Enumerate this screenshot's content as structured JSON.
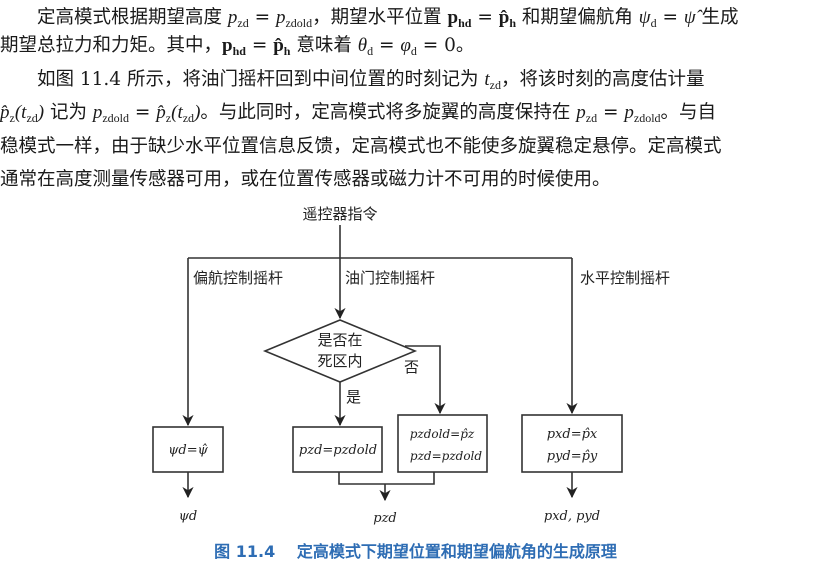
{
  "paragraph_lines": [
    [
      "　　定高模式根据期望高度 ",
      {
        "m": "p",
        "s": "zd"
      },
      " = ",
      {
        "m": "p",
        "s": "zdold"
      },
      "，期望水平位置 ",
      {
        "m": "p",
        "s": "hd",
        "b": true
      },
      " = ",
      {
        "m": "p̂",
        "s": "h",
        "b": true
      },
      " 和期望偏航角 ",
      {
        "m": "ψ",
        "s": "d"
      },
      " = ",
      {
        "m": "ψ̂"
      },
      " 生成"
    ],
    [
      "期望总拉力和力矩。其中，",
      {
        "m": "p",
        "s": "hd",
        "b": true
      },
      " = ",
      {
        "m": "p̂",
        "s": "h",
        "b": true
      },
      " 意味着 ",
      {
        "m": "θ",
        "s": "d"
      },
      " = ",
      {
        "m": "φ",
        "s": "d"
      },
      " = 0。"
    ],
    [
      "　　如图 11.4 所示，将油门摇杆回到中间位置的时刻记为 ",
      {
        "m": "t",
        "s": "zd"
      },
      "，将该时刻的高度估计量"
    ],
    [
      {
        "m": "p̂",
        "s": "z"
      },
      {
        "m": "(t"
      },
      {
        "m": "",
        "s": "zd"
      },
      {
        "m": ")"
      },
      " 记为 ",
      {
        "m": "p",
        "s": "zdold"
      },
      " = ",
      {
        "m": "p̂",
        "s": "z"
      },
      {
        "m": "(t"
      },
      {
        "m": "",
        "s": "zd"
      },
      {
        "m": ")"
      },
      "。与此同时，定高模式将多旋翼的高度保持在 ",
      {
        "m": "p",
        "s": "zd"
      },
      " = ",
      {
        "m": "p",
        "s": "zdold"
      },
      "。与自"
    ],
    [
      "稳模式一样，由于缺少水平位置信息反馈，定高模式也不能使多旋翼稳定悬停。定高模式"
    ],
    [
      "通常在高度测量传感器可用，或在位置传感器或磁力计不可用的时候使用。"
    ]
  ],
  "diagram": {
    "top_label": "遥控器指令",
    "yaw_stick": "偏航控制摇杆",
    "throttle_stick": "油门控制摇杆",
    "horizontal_stick": "水平控制摇杆",
    "decision_line1": "是否在",
    "decision_line2": "死区内",
    "no_label": "否",
    "yes_label": "是",
    "yaw_box": "ψd=ψ̂",
    "hold_box": "pzd=pzdold",
    "update_box_line1": "pzdold=p̂z",
    "update_box_line2": "pzd=pzdold",
    "horiz_box_line1": "pxd=p̂x",
    "horiz_box_line2": "pyd=p̂y",
    "yaw_output": "ψd",
    "alt_output": "pzd",
    "horiz_output": "pxd, pyd"
  },
  "caption": {
    "number": "图 11.4",
    "title": "定高模式下期望位置和期望偏航角的生成原理"
  }
}
